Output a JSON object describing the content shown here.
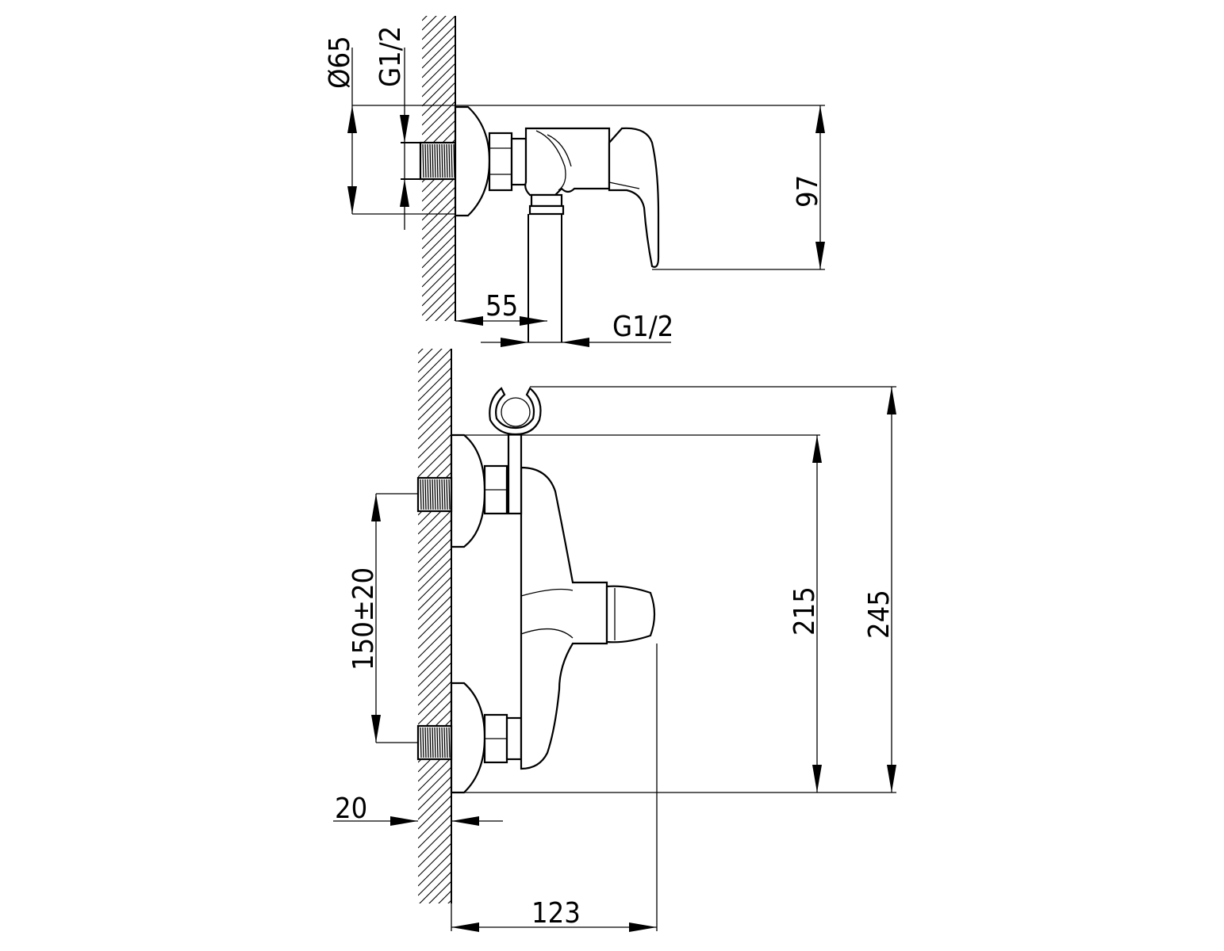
{
  "drawing": {
    "top_view": {
      "dim_flange_diameter": "Ø65",
      "dim_inlet_thread": "G1/2",
      "dim_height": "97",
      "dim_projection": "55",
      "dim_outlet_thread": "G1/2"
    },
    "front_view": {
      "dim_center_distance": "150±20",
      "dim_body_height": "215",
      "dim_total_height": "245",
      "dim_wall_offset": "20",
      "dim_depth": "123"
    }
  }
}
